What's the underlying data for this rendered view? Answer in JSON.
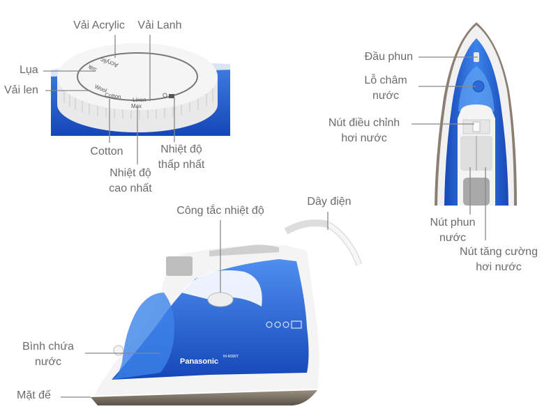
{
  "dial": {
    "labels": {
      "acrylic": "Vải Acrylic",
      "linen": "Vải Lanh",
      "silk": "Lụa",
      "wool": "Vải len",
      "cotton": "Cotton",
      "max_temp": [
        "Nhiệt độ",
        "cao nhất"
      ],
      "min_temp": [
        "Nhiệt độ",
        "thấp nhất"
      ]
    },
    "printed": {
      "acrylic": "Acrylic",
      "silk": "Silk",
      "wool": "Wool",
      "cotton": "Cotton",
      "linen": "Linen",
      "max": "Max",
      "off": "O"
    }
  },
  "top_view": {
    "labels": {
      "nozzle": "Đầu phun",
      "water_inlet": [
        "Lỗ châm",
        "nước"
      ],
      "steam_control": [
        "Nút điều chỉnh",
        "hơi nước"
      ],
      "spray_button": [
        "Nút phun",
        "nước"
      ],
      "steam_boost": [
        "Nút tăng cường",
        "hơi nước"
      ]
    }
  },
  "side_view": {
    "labels": {
      "temp_dial": "Công tắc nhiệt độ",
      "cord": "Dây điện",
      "water_tank": [
        "Bình chứa",
        "nước"
      ],
      "soleplate": "Mặt đế"
    },
    "brand": "Panasonic",
    "model": "NI-M300T"
  },
  "colors": {
    "blue": "#1f5fd0",
    "label": "#6b6b6b",
    "line": "#888888",
    "white": "#f2f2f2"
  }
}
